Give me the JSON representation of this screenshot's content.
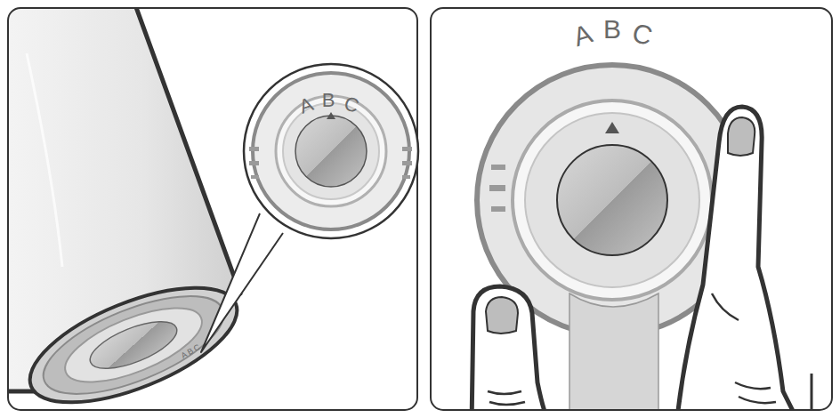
{
  "diagram": {
    "labels": [
      "A",
      "B",
      "C",
      "A",
      "B",
      "C",
      "A",
      "B",
      "C"
    ]
  }
}
